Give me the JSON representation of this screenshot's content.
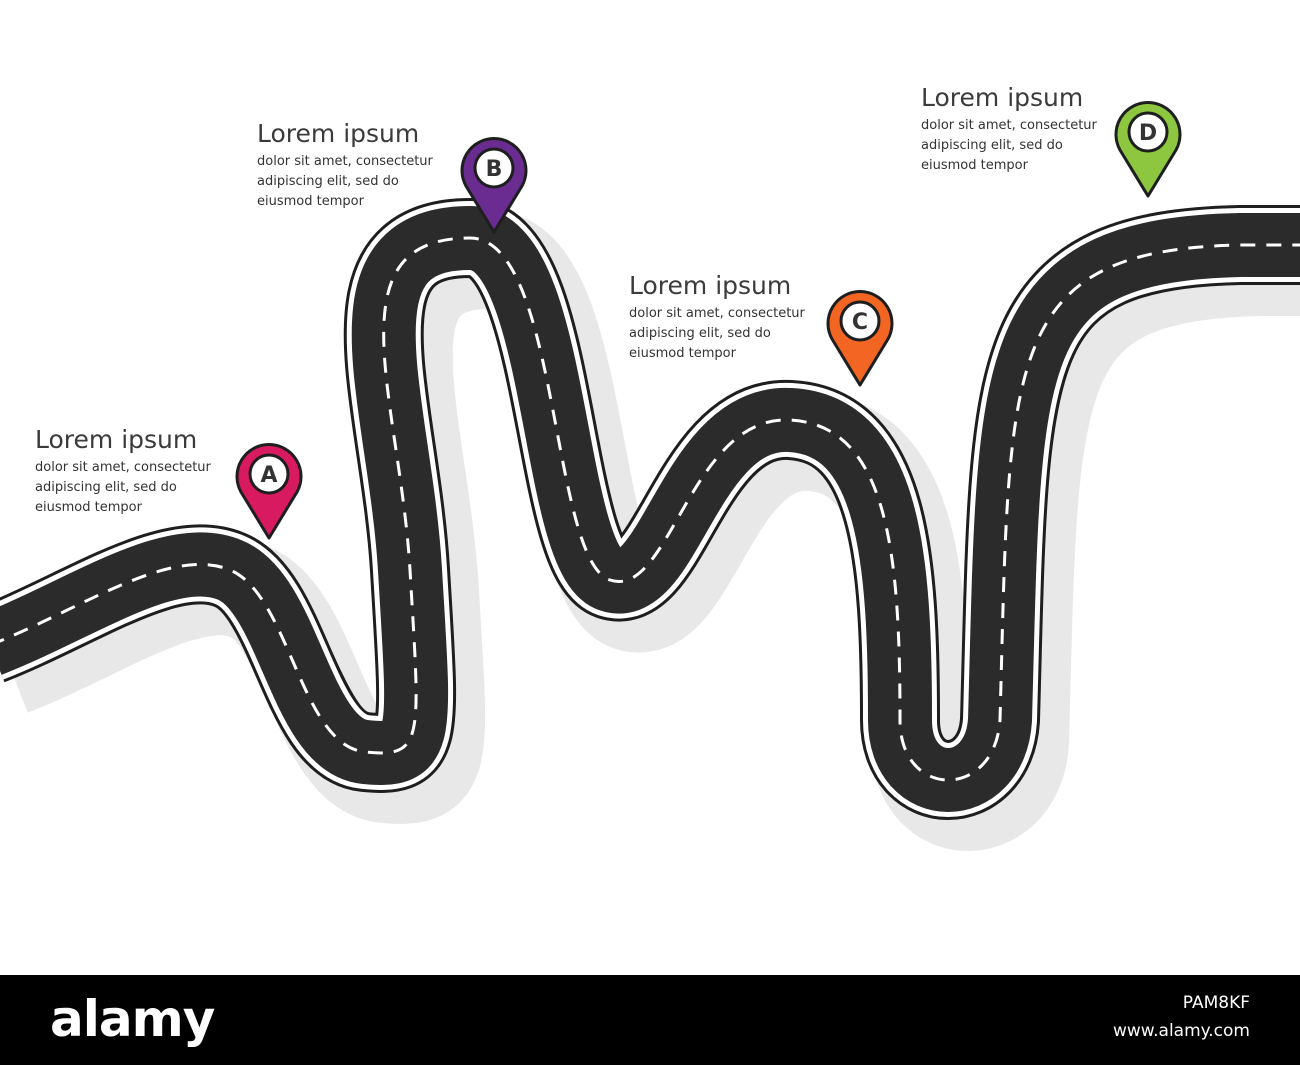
{
  "steps": [
    {
      "letter": "A",
      "title": "Lorem ipsum",
      "lines": [
        "dolor sit amet, consectetur",
        "adipiscing elit, sed do",
        "eiusmod tempor"
      ],
      "color": "#d81b60"
    },
    {
      "letter": "B",
      "title": "Lorem ipsum",
      "lines": [
        "dolor sit amet, consectetur",
        "adipiscing elit, sed do",
        "eiusmod tempor"
      ],
      "color": "#6a2c91"
    },
    {
      "letter": "C",
      "title": "Lorem ipsum",
      "lines": [
        "dolor sit amet, consectetur",
        "adipiscing elit, sed do",
        "eiusmod tempor"
      ],
      "color": "#f26522"
    },
    {
      "letter": "D",
      "title": "Lorem ipsum",
      "lines": [
        "dolor sit amet, consectetur",
        "adipiscing elit, sed do",
        "eiusmod tempor"
      ],
      "color": "#8dc63f"
    }
  ],
  "road": {
    "asphalt_color": "#2b2b2b",
    "edge_color": "#ffffff",
    "lane_color": "#ffffff"
  },
  "footer": {
    "brand": "alamy",
    "image_id": "PAM8KF",
    "url": "www.alamy.com"
  }
}
